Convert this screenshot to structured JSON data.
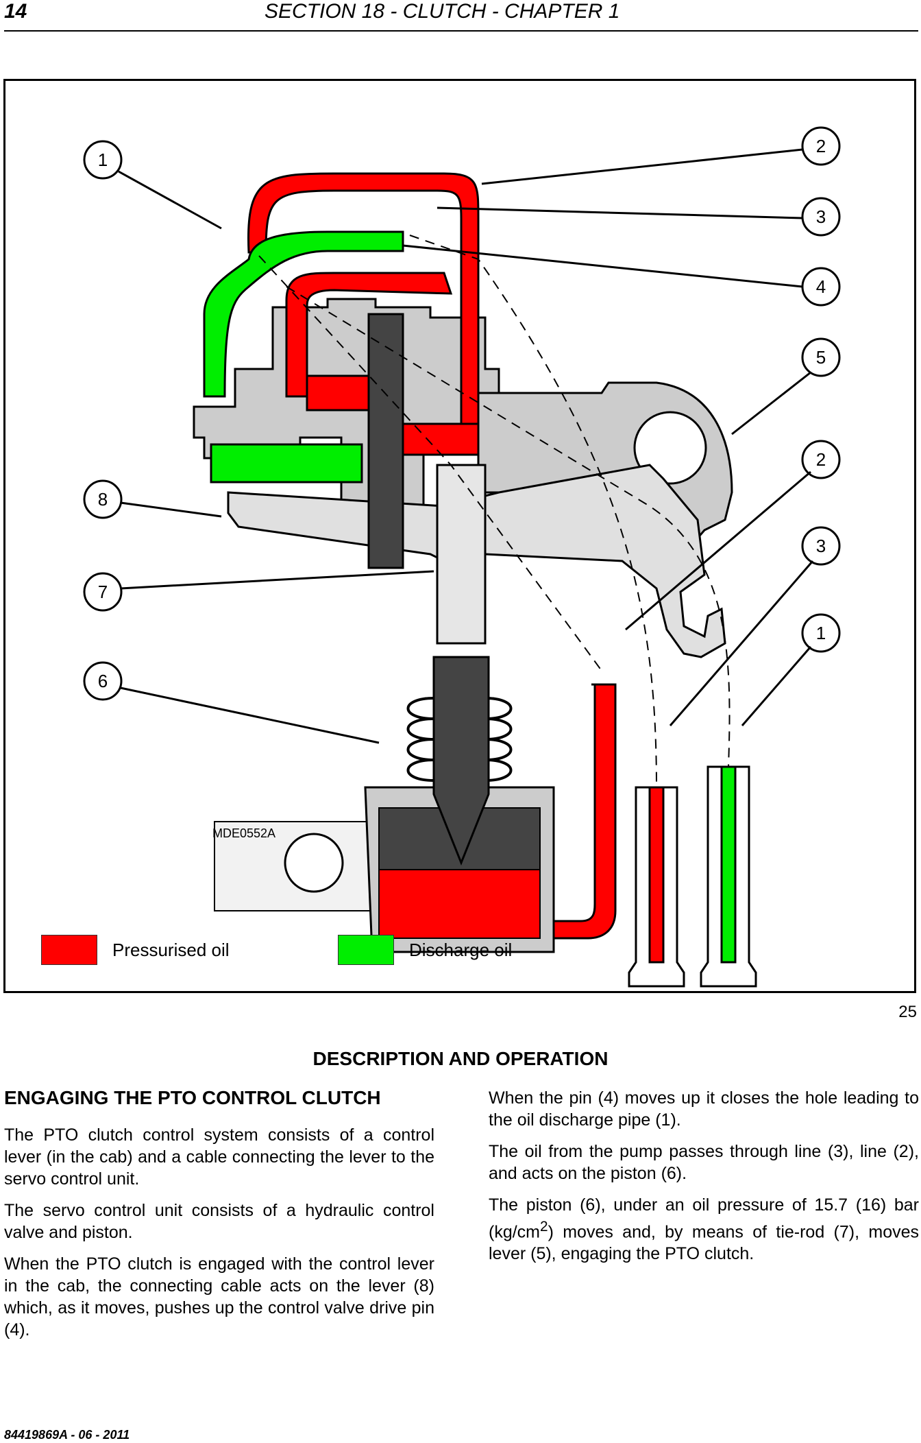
{
  "header": {
    "page_number": "14",
    "section_title": "SECTION 18 - CLUTCH - CHAPTER 1"
  },
  "figure": {
    "callouts": [
      "1",
      "2",
      "3",
      "4",
      "5",
      "2",
      "3",
      "1",
      "8",
      "7",
      "6"
    ],
    "drawing_code": "MDE0552A",
    "legend": [
      {
        "label": "Pressurised oil",
        "color": "#ff0000"
      },
      {
        "label": "Discharge oil",
        "color": "#00ee00"
      }
    ],
    "figure_number": "25"
  },
  "content": {
    "heading": "DESCRIPTION AND OPERATION",
    "subheading": "ENGAGING THE PTO CONTROL CLUTCH",
    "left_paragraphs": [
      "The PTO clutch control system consists of a control lever (in the cab) and a cable connecting the lever to the servo control unit.",
      "The servo control unit consists of a hydraulic control valve and piston.",
      "When the PTO clutch is engaged with the control lever in the cab, the connecting cable acts on the lever (8) which, as it moves, pushes up the control valve drive pin (4)."
    ],
    "right_paragraphs": [
      "When the pin (4) moves up it closes the hole leading to the oil discharge pipe (1).",
      "The oil from the pump passes through line (3), line (2), and acts on the piston (6)."
    ],
    "piston_paragraph": {
      "before": "The piston (6), under an oil pressure of 15.7 (16) bar (kg/cm",
      "superscript": "2",
      "after": ") moves and, by means of tie-rod (7), moves lever (5), engaging the PTO clutch."
    }
  },
  "footer": {
    "doc_code": "84419869A - 06 - 2011"
  }
}
